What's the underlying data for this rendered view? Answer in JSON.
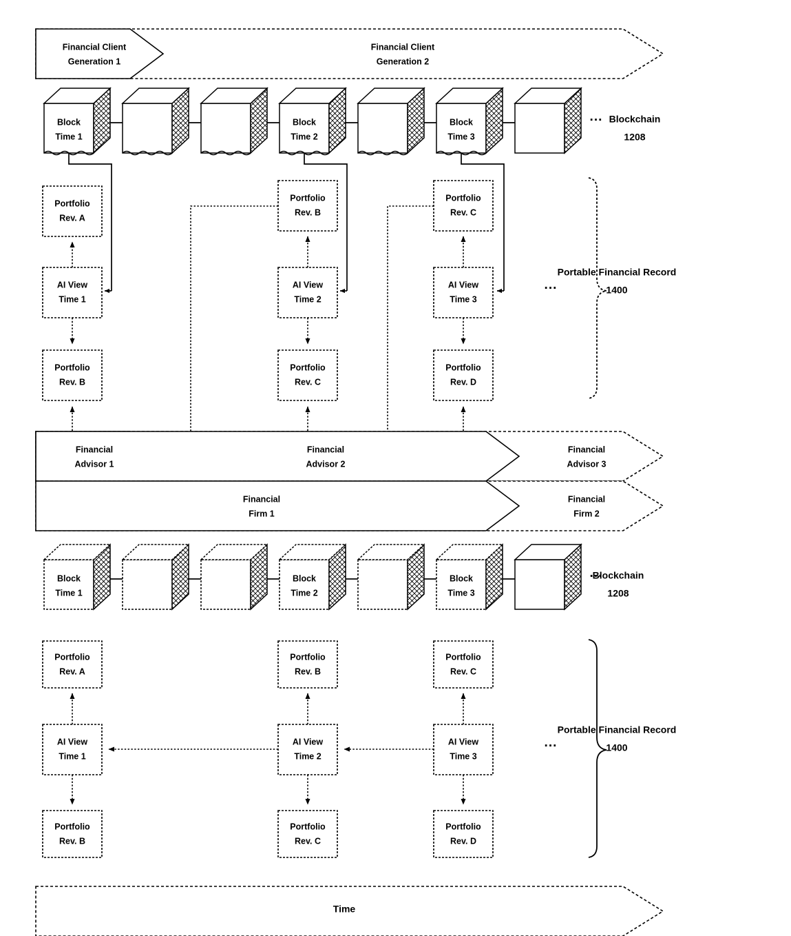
{
  "figure": {
    "title": "Portable Financial Record Blockchain Timeline Diagram",
    "accent_color": "#000000",
    "background_color": "#ffffff"
  },
  "top_section": {
    "client_banner": {
      "name": "financial-client-lane",
      "segments": [
        {
          "line1": "Financial Client",
          "line2": "Generation 1"
        },
        {
          "line1": "Financial Client",
          "line2": "Generation 2"
        }
      ]
    },
    "blockchain": {
      "label_line1": "Blockchain",
      "label_line2": "1208",
      "ellipsis": "···",
      "blocks": [
        {
          "line1": "Block",
          "line2": "Time 1",
          "labeled": true
        },
        {
          "line1": "",
          "line2": "",
          "labeled": false
        },
        {
          "line1": "",
          "line2": "",
          "labeled": false
        },
        {
          "line1": "Block",
          "line2": "Time 2",
          "labeled": true
        },
        {
          "line1": "",
          "line2": "",
          "labeled": false
        },
        {
          "line1": "Block",
          "line2": "Time 3",
          "labeled": true
        },
        {
          "line1": "",
          "line2": "",
          "labeled": false
        }
      ]
    },
    "record": {
      "label_line1": "Portable Financial Record",
      "label_line2": "1400",
      "ellipsis": "···",
      "columns": [
        {
          "top": {
            "line1": "Portfolio",
            "line2": "Rev. A"
          },
          "middle": {
            "line1": "AI View",
            "line2": "Time 1"
          },
          "bottom": {
            "line1": "Portfolio",
            "line2": "Rev. B"
          }
        },
        {
          "top": {
            "line1": "Portfolio",
            "line2": "Rev. B"
          },
          "middle": {
            "line1": "AI View",
            "line2": "Time 2"
          },
          "bottom": {
            "line1": "Portfolio",
            "line2": "Rev. C"
          }
        },
        {
          "top": {
            "line1": "Portfolio",
            "line2": "Rev. C"
          },
          "middle": {
            "line1": "AI View",
            "line2": "Time 3"
          },
          "bottom": {
            "line1": "Portfolio",
            "line2": "Rev. D"
          }
        }
      ]
    },
    "advisor_banner": {
      "name": "financial-advisor-lane",
      "segments": [
        {
          "line1": "Financial",
          "line2": "Advisor 1"
        },
        {
          "line1": "Financial",
          "line2": "Advisor 2"
        },
        {
          "line1": "Financial",
          "line2": "Advisor 3"
        }
      ]
    },
    "firm_banner": {
      "name": "financial-firm-lane",
      "segments": [
        {
          "line1": "Financial",
          "line2": "Firm 1"
        },
        {
          "line1": "Financial",
          "line2": "Firm 2"
        }
      ]
    }
  },
  "bottom_section": {
    "blockchain": {
      "label_line1": "Blockchain",
      "label_line2": "1208",
      "ellipsis": "···",
      "blocks": [
        {
          "line1": "Block",
          "line2": "Time 1",
          "labeled": true
        },
        {
          "line1": "",
          "line2": "",
          "labeled": false
        },
        {
          "line1": "",
          "line2": "",
          "labeled": false
        },
        {
          "line1": "Block",
          "line2": "Time 2",
          "labeled": true
        },
        {
          "line1": "",
          "line2": "",
          "labeled": false
        },
        {
          "line1": "Block",
          "line2": "Time 3",
          "labeled": true
        },
        {
          "line1": "",
          "line2": "",
          "labeled": false
        }
      ]
    },
    "record": {
      "label_line1": "Portable Financial Record",
      "label_line2": "1400",
      "ellipsis": "···",
      "columns": [
        {
          "top": {
            "line1": "Portfolio",
            "line2": "Rev. A"
          },
          "middle": {
            "line1": "AI View",
            "line2": "Time 1"
          },
          "bottom": {
            "line1": "Portfolio",
            "line2": "Rev. B"
          }
        },
        {
          "top": {
            "line1": "Portfolio",
            "line2": "Rev. B"
          },
          "middle": {
            "line1": "AI View",
            "line2": "Time 2"
          },
          "bottom": {
            "line1": "Portfolio",
            "line2": "Rev. C"
          }
        },
        {
          "top": {
            "line1": "Portfolio",
            "line2": "Rev. C"
          },
          "middle": {
            "line1": "AI View",
            "line2": "Time 3"
          },
          "bottom": {
            "line1": "Portfolio",
            "line2": "Rev. D"
          }
        }
      ]
    }
  },
  "time_banner": {
    "label": "Time"
  }
}
